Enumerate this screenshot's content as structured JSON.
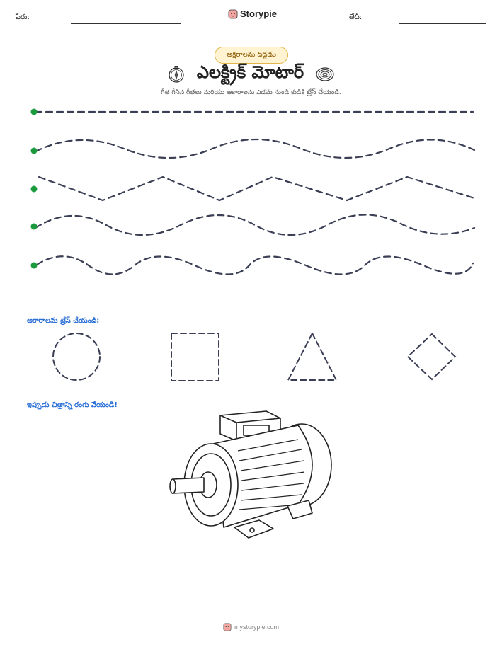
{
  "header": {
    "name_label": "పేరు:",
    "date_label": "తేదీ:",
    "brand": "Storypie"
  },
  "badge": "అక్షరాలను దిద్దడం",
  "title": "ఎలక్ట్రిక్ మోటార్",
  "title_icons": [
    "compass-icon",
    "coil-icon"
  ],
  "instructions": "గీత గీసిన గీతలు మరియు ఆకారాలను ఎడమ నుండి కుడికి ట్రేస్ చేయండి.",
  "trace_lines": [
    "straight",
    "wave",
    "zigzag",
    "wave",
    "wave"
  ],
  "shapes_label": "ఆకారాలను ట్రేస్ చేయండి:",
  "shapes": [
    "circle",
    "square",
    "triangle",
    "diamond"
  ],
  "coloring_label": "ఇప్పుడు చిత్రాన్ని రంగు వేయండి!",
  "coloring_image": "electric-motor-illustration",
  "footer": "mystorypie.com",
  "colors": {
    "dot": "#1a9a3c",
    "dash": "#3a3f55",
    "accent": "#2a6fd6",
    "badge_border": "#e2b64a"
  }
}
